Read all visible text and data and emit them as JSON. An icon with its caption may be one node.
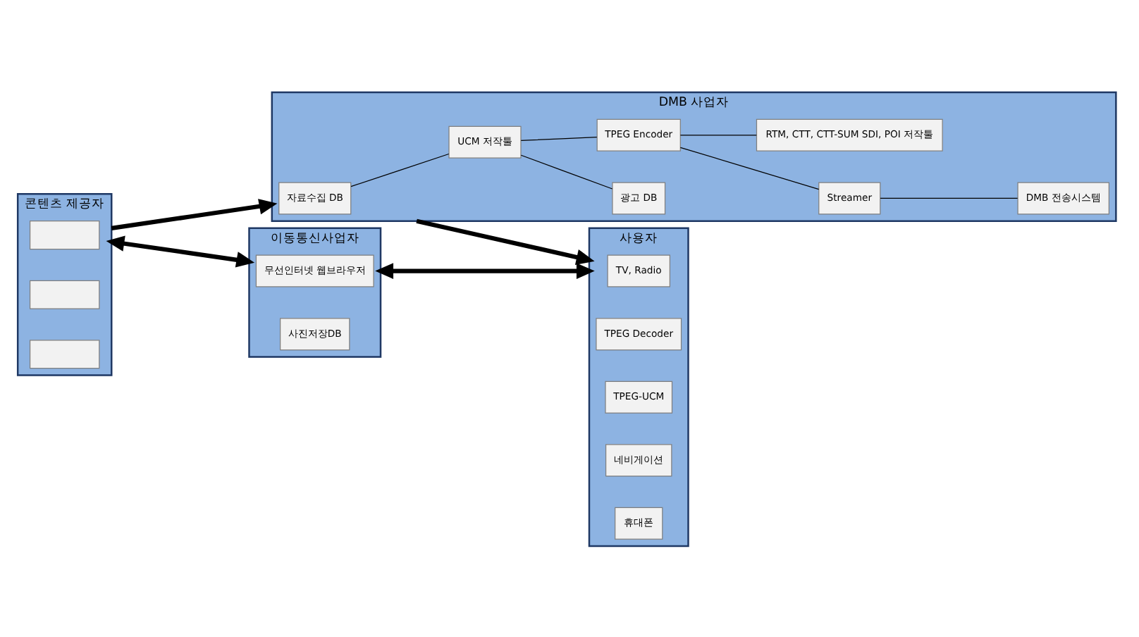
{
  "diagram": {
    "nodes": [
      {
        "text": [
          "콘텐츠 제공자"
        ]
      },
      {
        "text": [],
        "shape": "box",
        "in": 0
      },
      {
        "text": [],
        "shape": "box",
        "in": 0
      },
      {
        "text": [],
        "shape": "box",
        "in": 0
      },
      {
        "text": [
          "DMB 사업자"
        ]
      },
      {
        "text": [
          "자료수집 DB"
        ],
        "in": 4
      },
      {
        "text": [
          "UCM 저작툴"
        ],
        "in": 4
      },
      {
        "text": [
          "광고 DB"
        ],
        "in": 4
      },
      {
        "text": [
          "TPEG Encoder"
        ],
        "in": 4
      },
      {
        "text": [
          "Streamer"
        ],
        "in": 4
      },
      {
        "text": [
          "DMB 전송시스템"
        ],
        "in": 4
      },
      {
        "text": [
          "RTM, CTT, CTT-SUM SDI, POI 저작툴"
        ],
        "in": 4
      },
      {
        "text": [
          "이동통신사업자"
        ]
      },
      {
        "text": [
          "무선인터넷 웹브라우저"
        ],
        "in": 12
      },
      {
        "text": [
          "사진저장DB"
        ],
        "in": 12
      },
      {
        "text": [
          "사용자"
        ]
      },
      {
        "text": [
          "TV, Radio"
        ],
        "in": 15
      },
      {
        "text": [
          "TPEG Decoder"
        ],
        "in": 15
      },
      {
        "text": [
          "TPEG-UCM"
        ],
        "in": 15
      },
      {
        "text": [
          "네비게이션"
        ],
        "in": 15
      },
      {
        "text": [
          "휴대폰"
        ],
        "in": 15
      }
    ],
    "edges": [
      {
        "from": 0,
        "to": 4,
        "arrow": "to",
        "style": "thick"
      },
      {
        "from": 5,
        "to": 6,
        "arrow": "none"
      },
      {
        "from": 6,
        "to": 7,
        "arrow": "none"
      },
      {
        "from": 6,
        "to": 8,
        "arrow": "none"
      },
      {
        "from": 8,
        "to": 9,
        "arrow": "none"
      },
      {
        "from": 9,
        "to": 10,
        "arrow": "none"
      },
      {
        "from": 8,
        "to": 11,
        "arrow": "none"
      },
      {
        "from": 4,
        "to": 15,
        "arrow": "to",
        "style": "thick"
      },
      {
        "from": 12,
        "to": 15,
        "arrow": "both",
        "style": "thick"
      },
      {
        "from": 0,
        "to": 12,
        "arrow": "both",
        "style": "thick"
      }
    ]
  }
}
